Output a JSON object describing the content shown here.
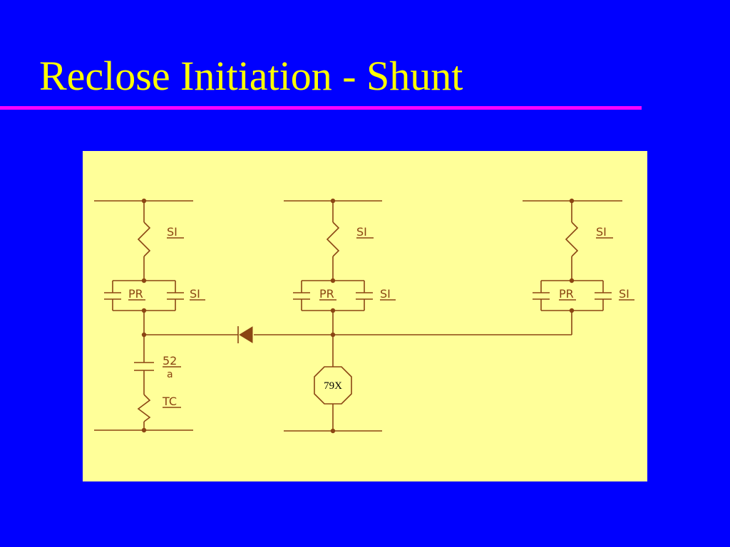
{
  "slide": {
    "title": "Reclose Initiation - Shunt",
    "colors": {
      "background": "#0000ff",
      "title": "#ffff00",
      "rule": "#ff00ff",
      "panel": "#ffff99",
      "wire": "#8b4513"
    }
  },
  "diagram": {
    "circuit_1": {
      "si_coil": "SI",
      "pr_contact": "PR",
      "si_contact": "SI",
      "breaker_contact_top": "52",
      "breaker_contact_bottom": "a",
      "trip_coil": "TC"
    },
    "circuit_2": {
      "si_coil": "SI",
      "pr_contact": "PR",
      "si_contact": "SI",
      "relay_coil": "79X"
    },
    "circuit_3": {
      "si_coil": "SI",
      "pr_contact": "PR",
      "si_contact": "SI"
    },
    "diode_icon": "diode-icon"
  }
}
